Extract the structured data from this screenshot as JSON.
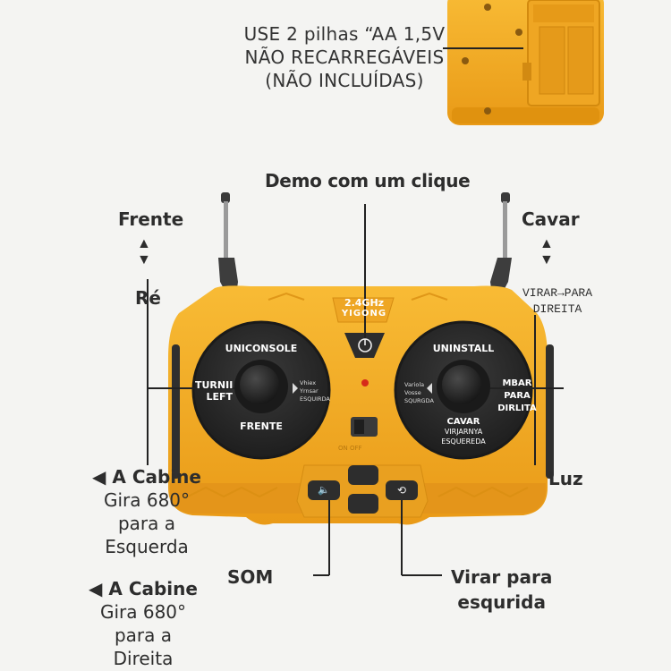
{
  "battery": {
    "line1": "USE 2 pilhas “AA 1,5V",
    "line2": "NÃO RECARREGÁVEIS",
    "line3": "(NÃO INCLUÍDAS)"
  },
  "labels": {
    "demo": "Demo com um clique",
    "frente": "Frente",
    "re": "Ré",
    "cavar": "Cavar",
    "virar_direita_1": "VIRAR→PARA",
    "virar_direita_2": "DIREITA",
    "luz": "Luz",
    "som": "SOM",
    "virar_esquerda_1": "Virar para",
    "virar_esquerda_2": "esqurida"
  },
  "cabin_left": {
    "line1": "A Cabine",
    "line2": "Gira 680°",
    "line3": "para a",
    "line4": "Esquerda"
  },
  "cabin_right": {
    "line1": "A Cabine",
    "line2": "Gira 680°",
    "line3": "para a",
    "line4": "Direita"
  },
  "remote": {
    "brand_line1": "2.4GHz",
    "brand_line2": "YIGONG",
    "left_disc": {
      "top": "UNICONSOLE",
      "left1": "TURNII",
      "left2": "LEFT",
      "right1": "Vhiex",
      "right2": "Yrnsar",
      "right3": "ESQUIRDA",
      "bottom": "FRENTE"
    },
    "right_disc": {
      "top": "UNINSTALL",
      "left1": "Variola",
      "left2": "Vosse",
      "left3": "SQURGDA",
      "right1": "MBAR",
      "right2": "PARA",
      "right3": "DIRLITA",
      "bottom1": "CAVAR",
      "bottom2": "VIRJARNYA",
      "bottom3": "ESQUEREDA"
    }
  },
  "colors": {
    "body": "#f2ad27",
    "body_dark": "#d98f12",
    "disc": "#2b2b2b",
    "text": "#2d2d2d"
  }
}
